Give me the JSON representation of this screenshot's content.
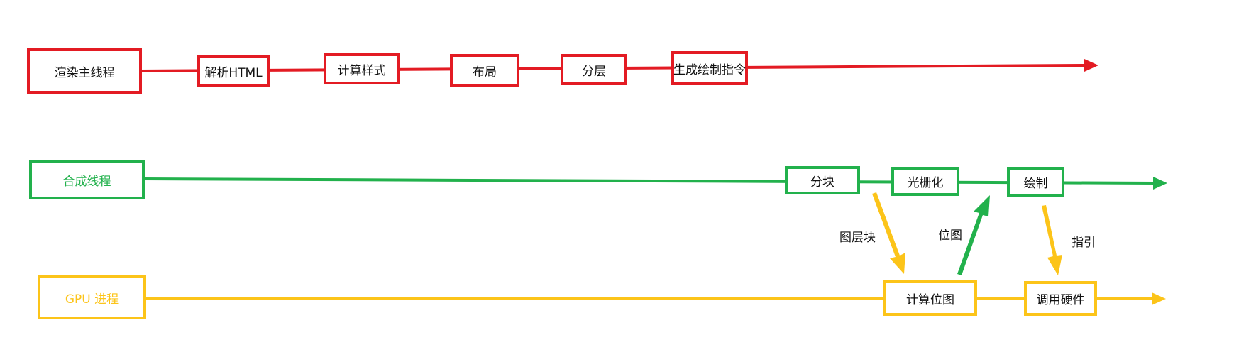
{
  "colors": {
    "render": "#e31b23",
    "compositor": "#22b14c",
    "gpu": "#fcc419"
  },
  "render_thread": {
    "title": "渲染主线程",
    "steps": [
      "解析HTML",
      "计算样式",
      "布局",
      "分层",
      "生成绘制指令"
    ]
  },
  "compositor_thread": {
    "title": "合成线程",
    "steps": [
      "分块",
      "光栅化",
      "绘制"
    ]
  },
  "gpu_process": {
    "title": "GPU 进程",
    "steps": [
      "计算位图",
      "调用硬件"
    ]
  },
  "annotations": {
    "tiles": "图层块",
    "bitmap": "位图",
    "instructions": "指引"
  }
}
